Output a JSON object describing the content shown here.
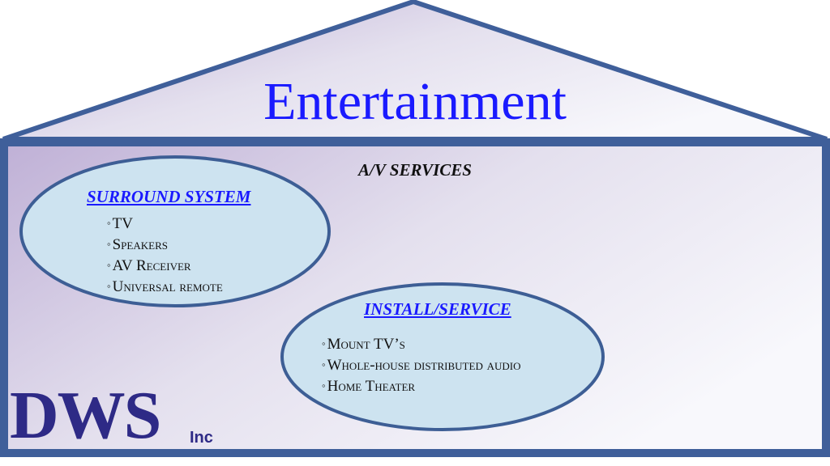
{
  "title": "Entertainment",
  "section_title": "A/V SERVICES",
  "surround": {
    "heading": "SURROUND SYSTEM",
    "items": [
      "TV",
      "Speakers",
      "AV Receiver",
      "Universal remote"
    ]
  },
  "install": {
    "heading": "INSTALL/SERVICE",
    "items": [
      "Mount TV’s",
      "Whole-house distributed audio",
      "Home Theater"
    ]
  },
  "logo": {
    "name": "DWS",
    "suffix": "Inc"
  },
  "bullet": "◦",
  "colors": {
    "frame": "#3f5f9a",
    "ellipse_fill": "#cde3f0",
    "title": "#1a1aff",
    "logo": "#2e2a86"
  }
}
